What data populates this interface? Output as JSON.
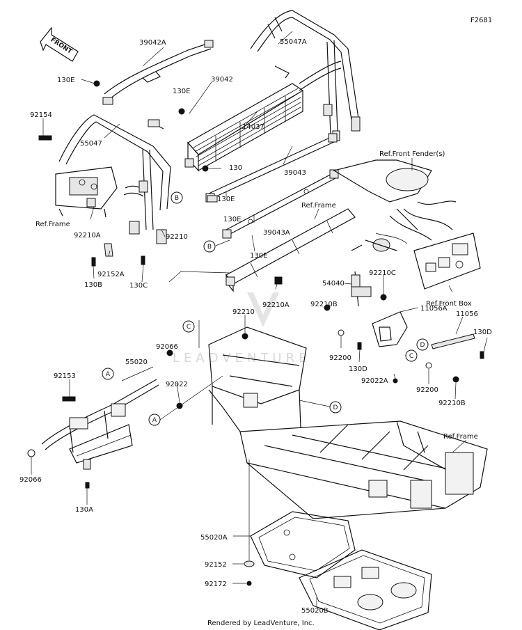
{
  "figure_code": "F2681",
  "front_arrow_label": "FRONT",
  "credit": "Rendered by LeadVenture, Inc.",
  "watermark": "LEADVENTURE",
  "callout_letters": [
    "A",
    "B",
    "C",
    "D"
  ],
  "labels": {
    "p39042A": "39042A",
    "p55047A": "55047A",
    "p130E_1": "130E",
    "p39042": "39042",
    "p130E_2": "130E",
    "p92154": "92154",
    "p55047": "55047",
    "p14037": "14037",
    "p130_1": "130",
    "p39043": "39043",
    "ref_front_fender": "Ref.Front Fender(s)",
    "ref_frame_1": "Ref.Frame",
    "p130E_3": "130E",
    "ref_frame_2": "Ref.Frame",
    "p39043A": "39043A",
    "p92210A_1": "92210A",
    "p92210_1": "92210",
    "p92152A": "92152A",
    "p130B": "130B",
    "p130C": "130C",
    "p130E_4": "130E",
    "p54040": "54040",
    "p92210C": "92210C",
    "p92210A_2": "92210A",
    "ref_front_box": "Ref.Front Box",
    "p11056": "11056",
    "p92210_2": "92210",
    "p92210B_1": "92210B",
    "p11056A": "11056A",
    "p130D_1": "130D",
    "p92066_1": "92066",
    "p55020": "55020",
    "p92200_1": "92200",
    "p130D_2": "130D",
    "p92022A": "92022A",
    "p92153": "92153",
    "p92022": "92022",
    "p92200_2": "92200",
    "p92210B_2": "92210B",
    "ref_frame_3": "Ref.Frame",
    "p92066_2": "92066",
    "p130A": "130A",
    "p55020A": "55020A",
    "p92152": "92152",
    "p92172": "92172",
    "p55020B": "55020B"
  }
}
